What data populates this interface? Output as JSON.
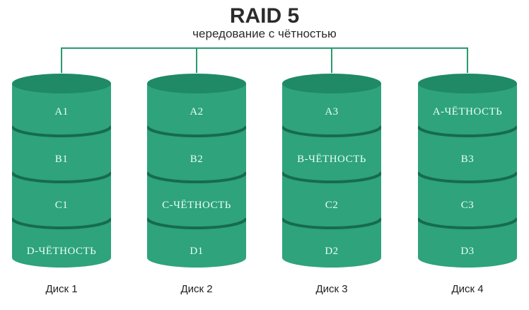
{
  "title": "RAID 5",
  "subtitle": "чередование с чётностью",
  "colors": {
    "cylinder": "#2ea37c",
    "cylinder_top": "#1f8a65",
    "separator": "#176b4e",
    "connector": "#2a9a6e"
  },
  "disks": [
    {
      "label": "Диск 1",
      "segments": [
        "A1",
        "B1",
        "C1",
        "D-ЧЁТНОСТЬ"
      ]
    },
    {
      "label": "Диск 2",
      "segments": [
        "A2",
        "B2",
        "C-ЧЁТНОСТЬ",
        "D1"
      ]
    },
    {
      "label": "Диск 3",
      "segments": [
        "A3",
        "B-ЧЁТНОСТЬ",
        "C2",
        "D2"
      ]
    },
    {
      "label": "Диск 4",
      "segments": [
        "A-ЧЁТНОСТЬ",
        "B3",
        "C3",
        "D3"
      ]
    }
  ]
}
